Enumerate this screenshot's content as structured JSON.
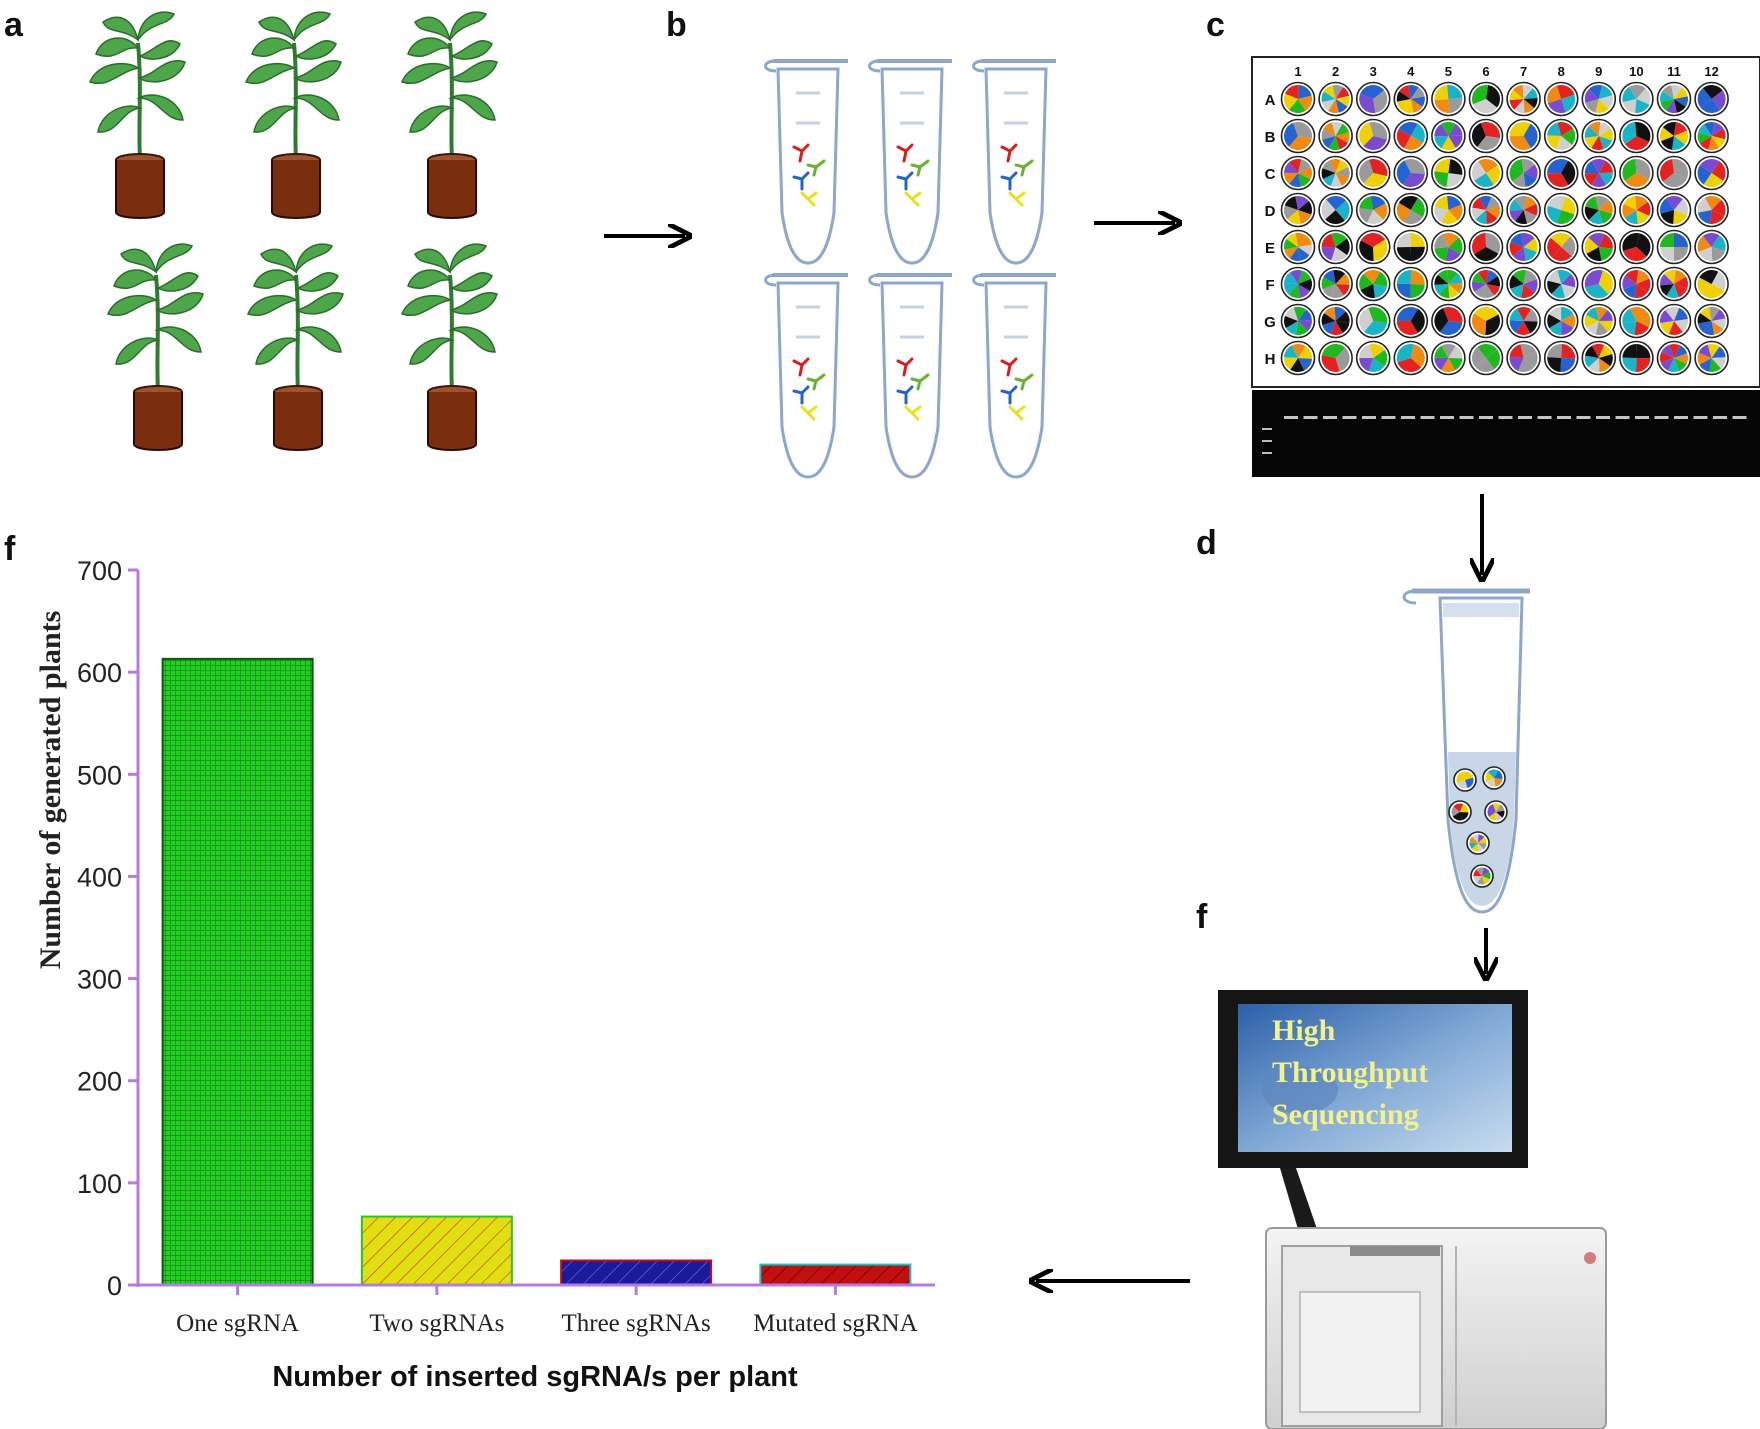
{
  "panels": {
    "a": "a",
    "b": "b",
    "c": "c",
    "d": "d",
    "e": "f",
    "f": "f"
  },
  "plate": {
    "columns": [
      "1",
      "2",
      "3",
      "4",
      "5",
      "6",
      "7",
      "8",
      "9",
      "10",
      "11",
      "12"
    ],
    "rows": [
      "A",
      "B",
      "C",
      "D",
      "E",
      "F",
      "G",
      "H"
    ]
  },
  "sequencer": {
    "screen_line1": "High",
    "screen_line2": "Throughput",
    "screen_line3": "Sequencing"
  },
  "colors": {
    "leaf": "#3f9e3a",
    "pot": "#7a2e0e",
    "tube_outline": "#8ca7c9",
    "bar_one": "#1fd21f",
    "bar_two": "#e0e010",
    "bar_three": "#1a1a9a",
    "bar_mutated": "#c01010",
    "axis": "#b57be0"
  },
  "chart_data": {
    "type": "bar",
    "categories": [
      "One sgRNA",
      "Two sgRNAs",
      "Three sgRNAs",
      "Mutated sgRNA"
    ],
    "values": [
      613,
      67,
      24,
      20
    ],
    "title": "",
    "xlabel": "Number of inserted sgRNA/s per plant",
    "ylabel": "Number of generated plants",
    "ylim": [
      0,
      700
    ],
    "yticks": [
      0,
      100,
      200,
      300,
      400,
      500,
      600,
      700
    ],
    "grid": false
  }
}
